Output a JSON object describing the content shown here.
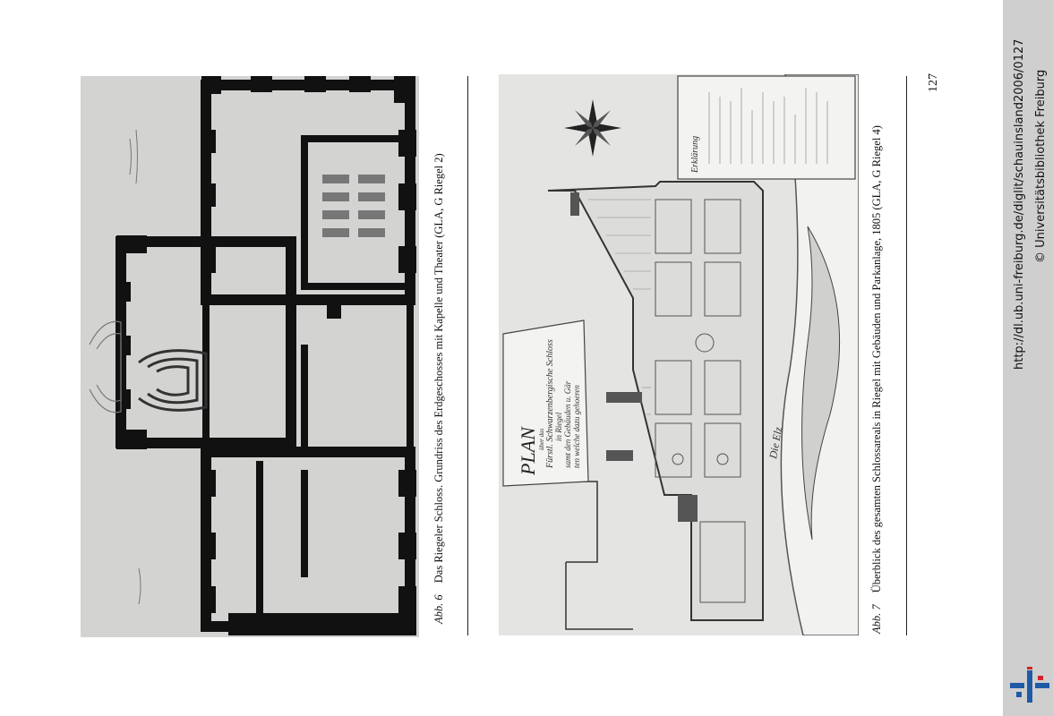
{
  "page": {
    "number": "127"
  },
  "figures": [
    {
      "label": "Abb. 6",
      "caption": "Das Riegeler Schloss. Grundriss des Erdgeschosses mit Kapelle und Theater (GLA, G Riegel 2)"
    },
    {
      "label": "Abb. 7",
      "caption": "Überblick des gesamten Schlossareals in Riegel mit Gebäuden und Parkanlage, 1805 (GLA, G Riegel 4)"
    }
  ],
  "plan": {
    "title": "PLAN",
    "subtitle_lines": [
      "über das",
      "Fürstl. Schwarzenbergische Schloss",
      "in Riegel",
      "samt den Gebäuden u. Gär",
      "ten welche dazu gehoeren"
    ],
    "legend_title": "Erklärung",
    "river_label": "Die Elz"
  },
  "sidebar": {
    "url": "http://dl.ub.uni-freiburg.de/diglit/schauinsland2006/0127",
    "copyright": "© Universitätsbibliothek Freiburg"
  },
  "colors": {
    "band": "#cfcfcf",
    "logo_blue": "#1f5aa6",
    "logo_red": "#d2232a",
    "ink": "#111111"
  }
}
